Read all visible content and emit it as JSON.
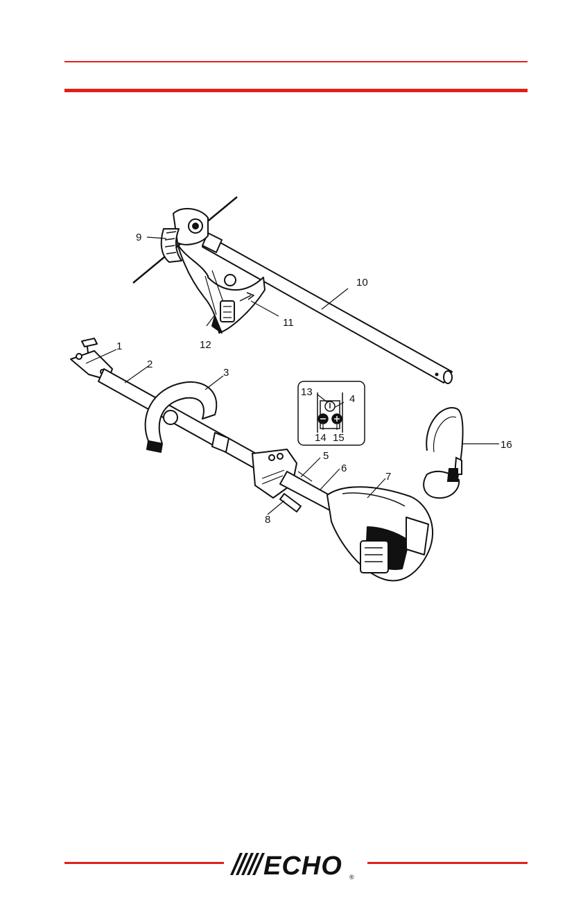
{
  "colors": {
    "accent": "#e0201b",
    "ink": "#111111"
  },
  "callouts": {
    "c1": "1",
    "c2": "2",
    "c3": "3",
    "c4": "4",
    "c5": "5",
    "c6": "6",
    "c7": "7",
    "c8": "8",
    "c9": "9",
    "c10": "10",
    "c11": "11",
    "c12": "12",
    "c13": "13",
    "c14": "14",
    "c15": "15",
    "c16": "16"
  },
  "inset": {
    "minus_icon": "minus-icon",
    "plus_icon": "plus-icon",
    "power_icon": "power-icon"
  },
  "footer": {
    "brand": "ECHO",
    "registered": "®"
  }
}
